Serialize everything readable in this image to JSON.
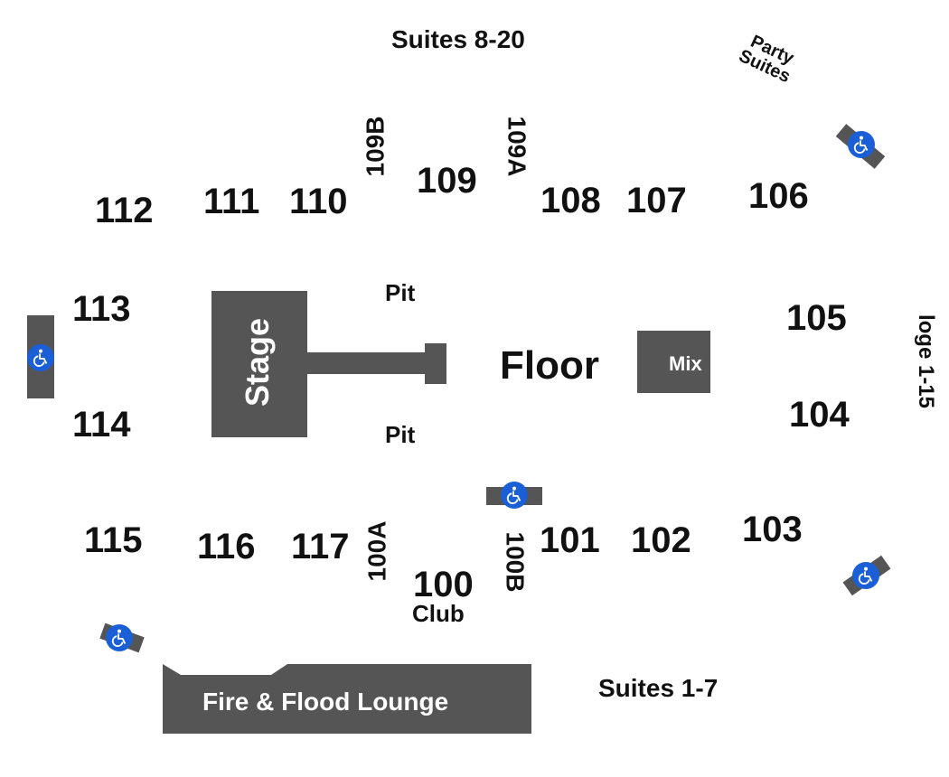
{
  "sections": {
    "s100": "100",
    "s100_club": "Club",
    "s100a": "100A",
    "s100b": "100B",
    "s101": "101",
    "s102": "102",
    "s103": "103",
    "s104": "104",
    "s105": "105",
    "s106": "106",
    "s107": "107",
    "s108": "108",
    "s109": "109",
    "s109a": "109A",
    "s109b": "109B",
    "s110": "110",
    "s111": "111",
    "s112": "112",
    "s113": "113",
    "s114": "114",
    "s115": "115",
    "s116": "116",
    "s117": "117"
  },
  "areas": {
    "suites_top": "Suites 8-20",
    "party_suites_line1": "Party",
    "party_suites_line2": "Suites",
    "loge": "loge 1-15",
    "pit_top": "Pit",
    "pit_bottom": "Pit",
    "floor": "Floor",
    "mix": "Mix",
    "stage": "Stage",
    "lounge": "Fire & Flood Lounge",
    "suites_bottom": "Suites 1-7"
  },
  "colors": {
    "shape_fill": "#555555",
    "ada_blue": "#1a5fd6",
    "text": "#111111"
  },
  "icons": [
    "wheelchair-accessible-icon"
  ]
}
